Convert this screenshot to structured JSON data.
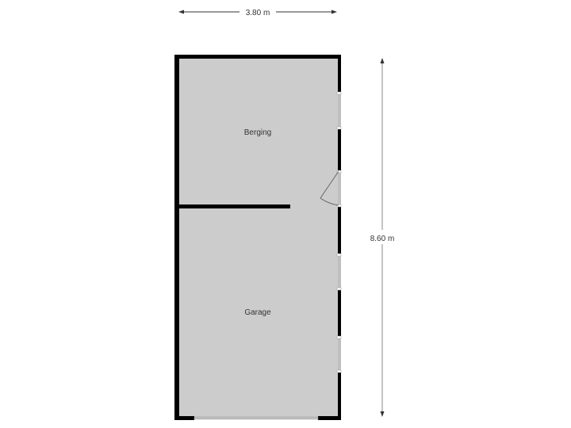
{
  "floorplan": {
    "dimensions": {
      "width_label": "3.80 m",
      "height_label": "8.60 m"
    },
    "rooms": [
      {
        "name": "Berging"
      },
      {
        "name": "Garage"
      }
    ],
    "colors": {
      "floor": "#cccccc",
      "wall": "#000000",
      "window": "#bfbfbf",
      "dimension_line": "#333333",
      "background": "#ffffff"
    }
  }
}
